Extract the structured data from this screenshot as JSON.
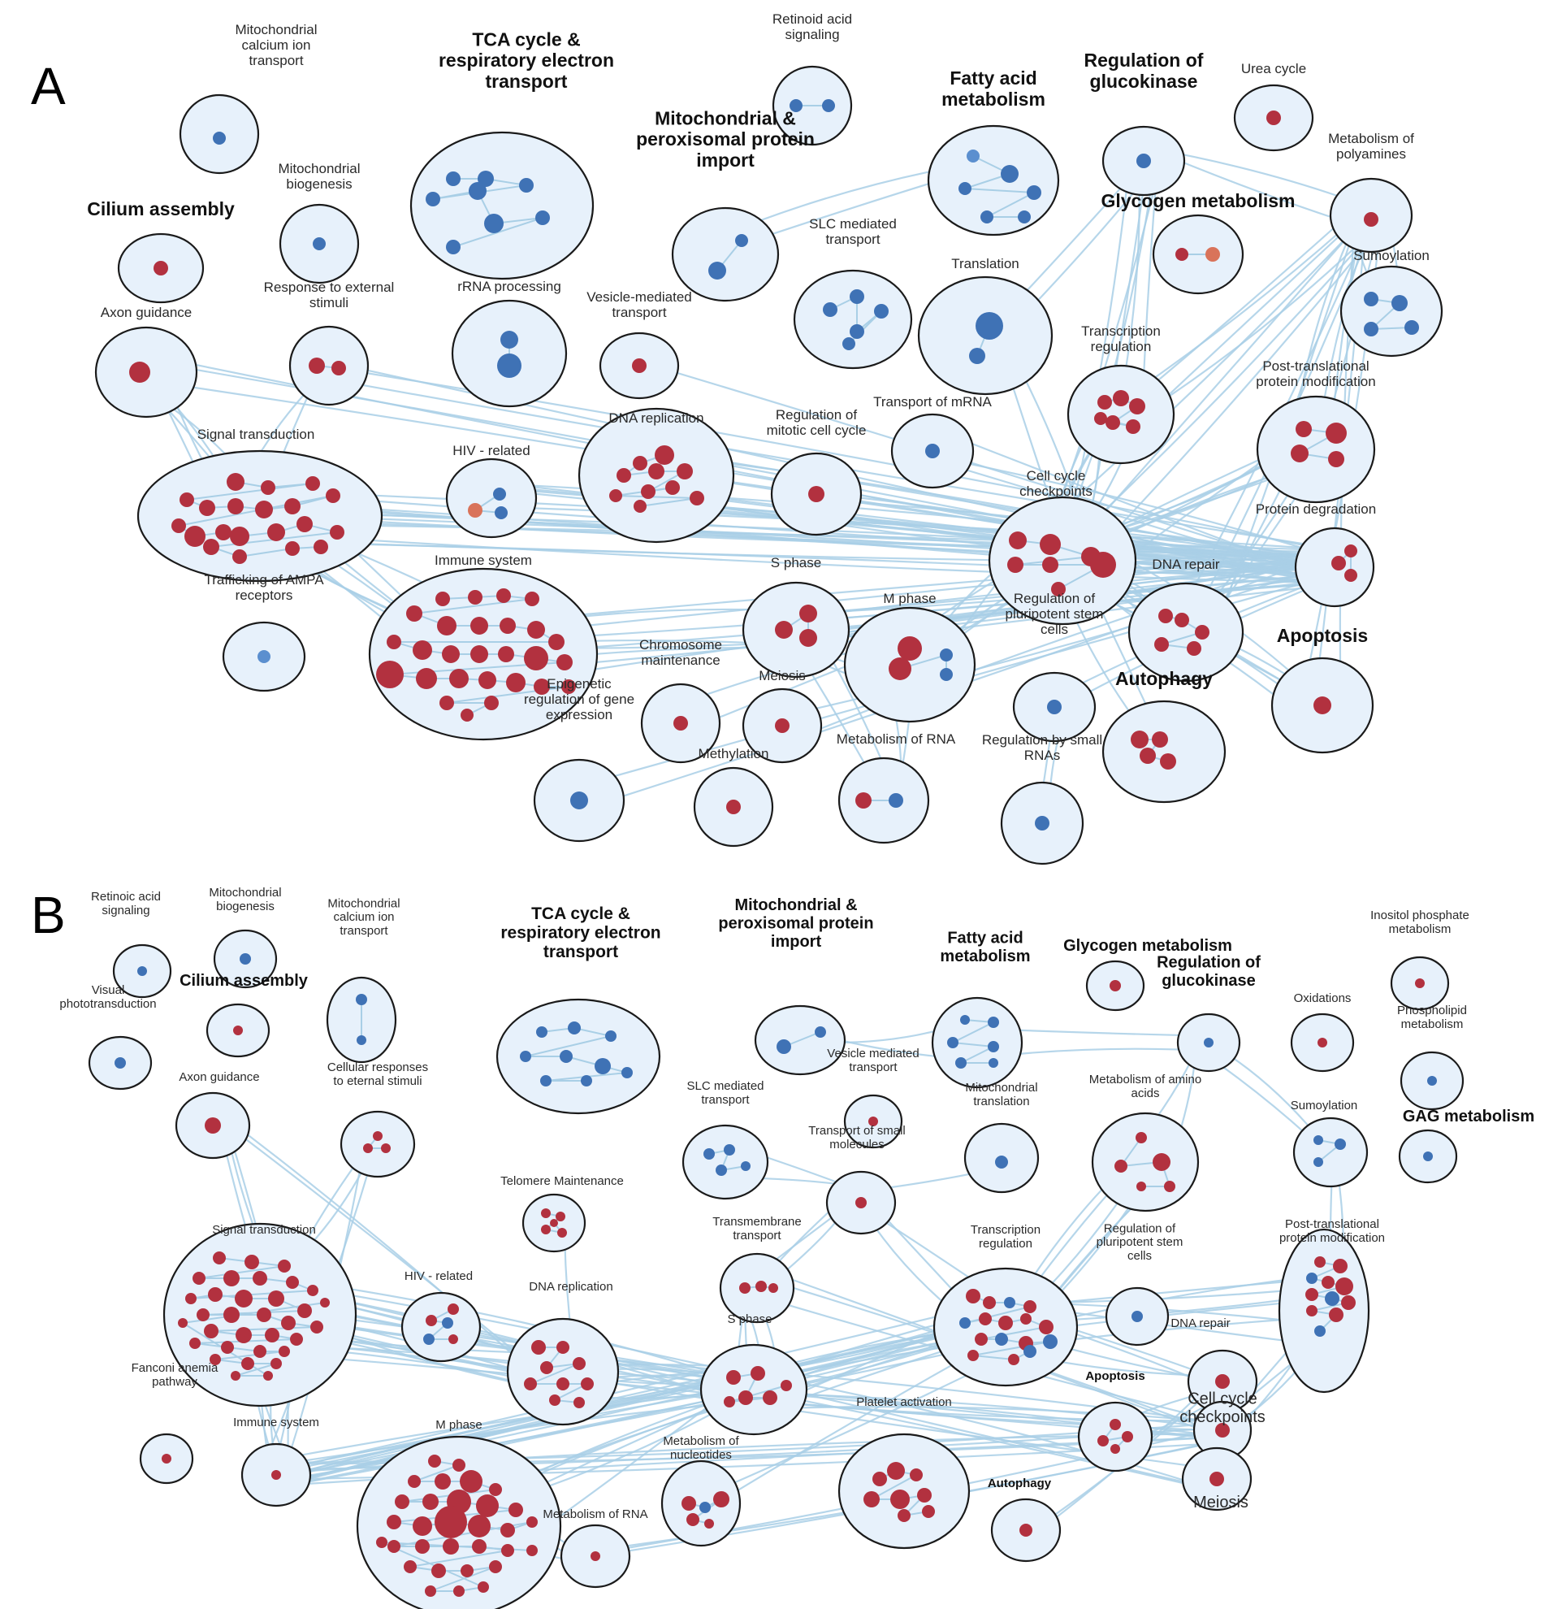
{
  "colors": {
    "cluster_fill": "#e7f1fb",
    "cluster_stroke": "#1a1a1a",
    "edge": "#a9cfe6",
    "node_red": "#b2313f",
    "node_blue": "#3f72b5",
    "node_orange": "#d9735a",
    "node_lightblue": "#5b8fcf"
  },
  "panels": [
    {
      "letter": "A",
      "clusters": [
        {
          "label": "Mitochondrial\ncalcium ion\ntransport",
          "bold": false
        },
        {
          "label": "Mitochondrial\nbiogenesis",
          "bold": false
        },
        {
          "label": "TCA cycle &\nrespiratory electron\ntransport",
          "bold": true
        },
        {
          "label": "Retinoid acid\nsignaling",
          "bold": false
        },
        {
          "label": "Urea cycle",
          "bold": false
        },
        {
          "label": "Fatty acid\nmetabolism",
          "bold": true
        },
        {
          "label": "Regulation of\nglucokinase",
          "bold": true
        },
        {
          "label": "Mitochondrial &\nperoxisomal protein\nimport",
          "bold": true
        },
        {
          "label": "Metabolism of\npolyamines",
          "bold": false
        },
        {
          "label": "Cilium assembly",
          "bold": true
        },
        {
          "label": "Glycogen metabolism",
          "bold": true
        },
        {
          "label": "SLC mediated\ntransport",
          "bold": false
        },
        {
          "label": "Translation",
          "bold": false
        },
        {
          "label": "Sumoylation",
          "bold": false
        },
        {
          "label": "rRNA processing",
          "bold": false
        },
        {
          "label": "Vesicle-mediated\ntransport",
          "bold": false
        },
        {
          "label": "Axon guidance",
          "bold": false
        },
        {
          "label": "Response to external\nstimuli",
          "bold": false
        },
        {
          "label": "Transcription\nregulation",
          "bold": false
        },
        {
          "label": "Post-translational\nprotein modification",
          "bold": false
        },
        {
          "label": "Transport of mRNA",
          "bold": false
        },
        {
          "label": "DNA replication",
          "bold": false
        },
        {
          "label": "Regulation of\nmitotic cell cycle",
          "bold": false
        },
        {
          "label": "Signal transduction",
          "bold": false
        },
        {
          "label": "HIV - related",
          "bold": false
        },
        {
          "label": "Cell cycle\ncheckpoints",
          "bold": false
        },
        {
          "label": "Protein degradation",
          "bold": false
        },
        {
          "label": "Immune system",
          "bold": false
        },
        {
          "label": "S phase",
          "bold": false
        },
        {
          "label": "DNA repair",
          "bold": false
        },
        {
          "label": "Trafficking of AMPA\nreceptors",
          "bold": false
        },
        {
          "label": "M phase",
          "bold": false
        },
        {
          "label": "Regulation of\npluripotent stem\ncells",
          "bold": false
        },
        {
          "label": "Apoptosis",
          "bold": true
        },
        {
          "label": "Chromosome\nmaintenance",
          "bold": false
        },
        {
          "label": "Meiosis",
          "bold": false
        },
        {
          "label": "Autophagy",
          "bold": true
        },
        {
          "label": "Epigenetic\nregulation of gene\nexpression",
          "bold": false
        },
        {
          "label": "Methylation",
          "bold": false
        },
        {
          "label": "Metabolism of RNA",
          "bold": false
        },
        {
          "label": "Regulation by small\nRNAs",
          "bold": false
        }
      ]
    },
    {
      "letter": "B",
      "clusters": [
        {
          "label": "Retinoic acid\nsignaling",
          "bold": false
        },
        {
          "label": "Mitochondrial\nbiogenesis",
          "bold": false
        },
        {
          "label": "Mitochondrial\ncalcium ion\ntransport",
          "bold": false
        },
        {
          "label": "Cilium assembly",
          "bold": true
        },
        {
          "label": "Visual\nphototransduction",
          "bold": false
        },
        {
          "label": "TCA cycle &\nrespiratory electron\ntransport",
          "bold": true
        },
        {
          "label": "Mitochondrial &\nperoxisomal protein\nimport",
          "bold": true
        },
        {
          "label": "Fatty acid\nmetabolism",
          "bold": true
        },
        {
          "label": "Glycogen metabolism",
          "bold": true
        },
        {
          "label": "Regulation of\nglucokinase",
          "bold": true
        },
        {
          "label": "Inositol phosphate\nmetabolism",
          "bold": false
        },
        {
          "label": "Oxidations",
          "bold": false
        },
        {
          "label": "Phospholipid\nmetabolism",
          "bold": false
        },
        {
          "label": "Axon guidance",
          "bold": false
        },
        {
          "label": "Cellular responses\nto eternal stimuli",
          "bold": false
        },
        {
          "label": "Vesicle mediated\ntransport",
          "bold": false
        },
        {
          "label": "SLC mediated\ntransport",
          "bold": false
        },
        {
          "label": "Mitochondrial\ntranslation",
          "bold": false
        },
        {
          "label": "Metabolism of amino\nacids",
          "bold": false
        },
        {
          "label": "Sumoylation",
          "bold": false
        },
        {
          "label": "GAG metabolism",
          "bold": true
        },
        {
          "label": "Transport of small\nmolecules",
          "bold": false
        },
        {
          "label": "Telomere Maintenance",
          "bold": false
        },
        {
          "label": "Signal transduction",
          "bold": false
        },
        {
          "label": "Transmembrane\ntransport",
          "bold": false
        },
        {
          "label": "Transcription\nregulation",
          "bold": false
        },
        {
          "label": "Regulation of\npluripotent stem\ncells",
          "bold": false
        },
        {
          "label": "Post-translational\nprotein modification",
          "bold": false
        },
        {
          "label": "HIV - related",
          "bold": false
        },
        {
          "label": "DNA replication",
          "bold": false
        },
        {
          "label": "S phase",
          "bold": false
        },
        {
          "label": "DNA repair",
          "bold": false
        },
        {
          "label": "Fanconi anemia\npathway",
          "bold": false
        },
        {
          "label": "Apoptosis",
          "bold": true
        },
        {
          "label": "Cell cycle\ncheckpoints",
          "bold": false
        },
        {
          "label": "Platelet activation",
          "bold": false
        },
        {
          "label": "Immune system",
          "bold": false
        },
        {
          "label": "M phase",
          "bold": false
        },
        {
          "label": "Metabolism of\nnucleotides",
          "bold": false
        },
        {
          "label": "Autophagy",
          "bold": true
        },
        {
          "label": "Meiosis",
          "bold": false
        },
        {
          "label": "Metabolism of RNA",
          "bold": false
        }
      ]
    }
  ]
}
